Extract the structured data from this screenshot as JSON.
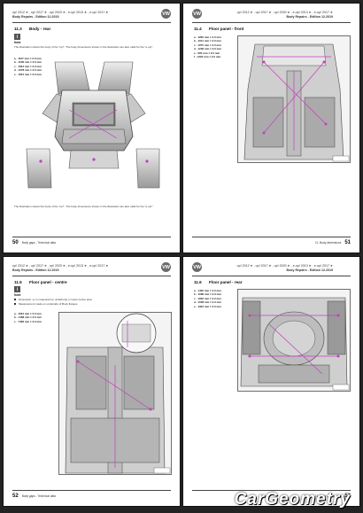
{
  "header": {
    "line1": "up! 2012 ➤ , up! 2017 ➤ , up! 2020 ➤ , e-up! 2013 ➤ , e-up! 2017 ➤",
    "line2": "Body Repairs - Edition 12.2019",
    "logo": "VW"
  },
  "pages": [
    {
      "section_num": "11.3",
      "section_title": "Body - rear",
      "note_label": "Note",
      "note_text": "The illustration shows the body of the \"up!\". The body dimensions shown in the illustration are also valid for the \"e-up!\".",
      "legend": [
        "a - 1107 mm ± 2.0 mm",
        "b - 1000 mm ± 2.0 mm",
        "c - 1064 mm ± 2.0 mm",
        "d - 1078 mm ± 2.0 mm",
        "e - 1054 mm ± 2.0 mm"
      ],
      "caption": "The illustration shows the body of the \"up!\". The body dimensions shown in the illustration are also valid for the \"e-up!\".",
      "page_number": "50",
      "footer_text": "Body gaps - Technical data"
    },
    {
      "section_num": "11.4",
      "section_title": "Floor panel - front",
      "legend": [
        "a - 1260 mm ± 2.0 mm",
        "b - 1011 mm ± 2.0 mm",
        "c - 1075 mm ± 2.0 mm",
        "d - 1206 mm ± 2.0 mm",
        "e - 605 mm ± 2.0 mm",
        "f - 1222 mm ± 2.0 mm"
      ],
      "page_number": "51",
      "footer_text": "11. Body dimensions"
    },
    {
      "section_num": "11.5",
      "section_title": "Floor panel - centre",
      "note_label": "Note",
      "bullets": [
        "Dimension -a- is measured on underbody, in lower centre area",
        "Measurement made on underside of Body flanges"
      ],
      "legend": [
        "a - 1034 mm ± 2.0 mm",
        "b - 1468 mm ± 2.0 mm",
        "c - 7468 mm ± 2.0 mm"
      ],
      "page_number": "52",
      "footer_text": "Body gaps - Technical data"
    },
    {
      "section_num": "11.6",
      "section_title": "Floor panel - rear",
      "legend": [
        "a - 1400 mm ± 2.0 mm",
        "b - 1080 mm ± 2.0 mm",
        "c - 1006 mm ± 2.0 mm",
        "d - 1028 mm ± 2.0 mm",
        "e - 1302 mm ± 2.0 mm"
      ],
      "page_number": "53",
      "footer_text": "11. Body dimensions"
    }
  ],
  "watermark": "CarGeometry"
}
